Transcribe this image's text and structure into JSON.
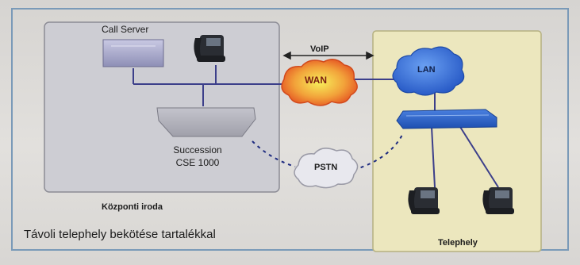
{
  "diagram": {
    "central_office": {
      "title": "Központi iroda",
      "call_server_label": "Call Server",
      "switch_label_line1": "Succession",
      "switch_label_line2": "CSE 1000"
    },
    "remote_site": {
      "title": "Telephely"
    },
    "clouds": {
      "voip": "VoIP",
      "wan": "WAN",
      "lan": "LAN",
      "pstn": "PSTN"
    },
    "caption": "Távoli telephely bekötése tartalékkal",
    "colors": {
      "frame": "#7a9ab8",
      "central_box": "#cfd0d6",
      "remote_box": "#ece7be",
      "lan_cloud": "#3b6fd6",
      "wan_cloud": "#f0a030",
      "switch": "#2d64c8"
    }
  }
}
